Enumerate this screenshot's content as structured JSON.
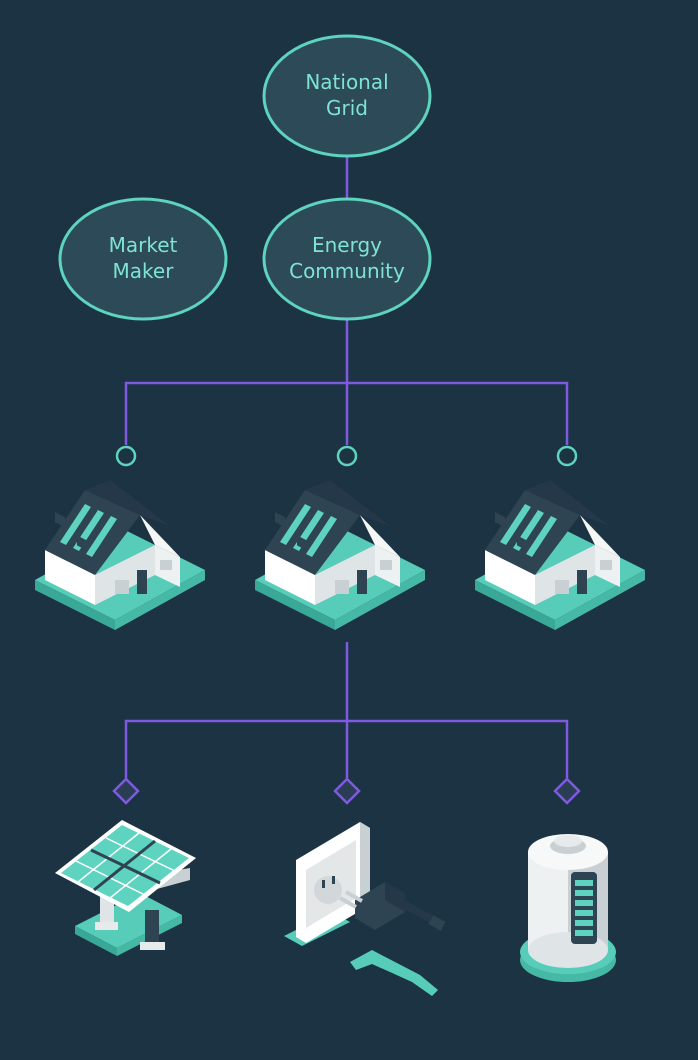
{
  "colors": {
    "background": "#1c3343",
    "node_fill": "#2c4a58",
    "node_stroke": "#5ed3bf",
    "node_text": "#7fe3d4",
    "connector": "#7d5ae0",
    "teal": "#5ed3bf",
    "roof": "#2f4452",
    "wall": "#f2f4f4"
  },
  "nodes": {
    "national_grid": {
      "line1": "National",
      "line2": "Grid"
    },
    "market_maker": {
      "line1": "Market",
      "line2": "Maker"
    },
    "energy_community": {
      "line1": "Energy",
      "line2": "Community"
    }
  },
  "houses": [
    {
      "icon": "house-with-solar-roof-icon"
    },
    {
      "icon": "house-with-solar-roof-icon"
    },
    {
      "icon": "house-with-solar-roof-icon"
    }
  ],
  "assets": [
    {
      "icon": "solar-panel-icon"
    },
    {
      "icon": "power-plug-socket-icon"
    },
    {
      "icon": "battery-icon"
    }
  ]
}
